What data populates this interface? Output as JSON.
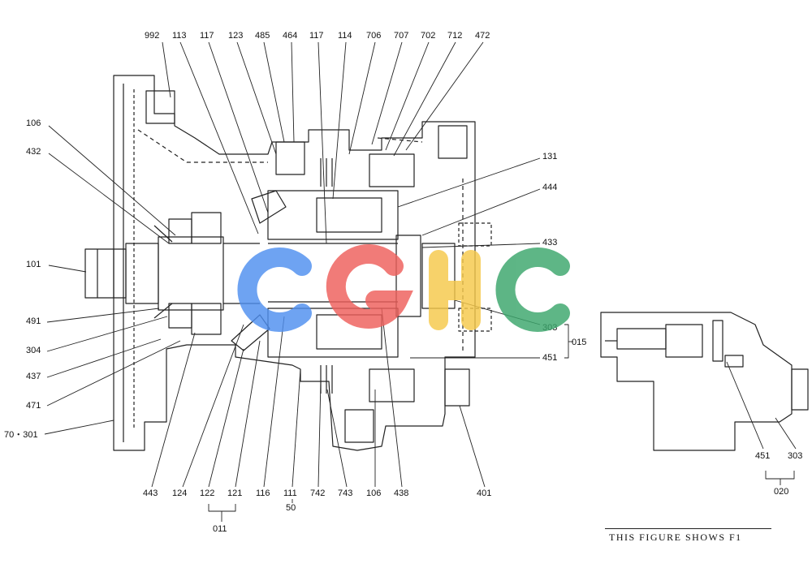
{
  "labels": {
    "top": [
      "992",
      "113",
      "117",
      "123",
      "485",
      "464",
      "117",
      "114",
      "706",
      "707",
      "702",
      "712",
      "472"
    ],
    "left": [
      "106",
      "432",
      "101",
      "491",
      "304",
      "437",
      "471",
      "70・301"
    ],
    "right": [
      "131",
      "444",
      "433",
      "303",
      "451"
    ],
    "bottom": [
      "443",
      "124",
      "122",
      "121",
      "116",
      "111",
      "742",
      "743",
      "106",
      "438",
      "401"
    ],
    "detail": [
      "451",
      "303"
    ]
  },
  "groups": {
    "rotary_group": "011",
    "shaft_group": "50",
    "valve_group": "015",
    "detail_group": "020"
  },
  "caption": "THIS FIGURE SHOWS F1",
  "watermark": {
    "letters": [
      "C",
      "G",
      "H",
      "C"
    ],
    "colors": [
      "#4f8ff0",
      "#ee5f5b",
      "#f6c94a",
      "#3aa66b"
    ]
  }
}
